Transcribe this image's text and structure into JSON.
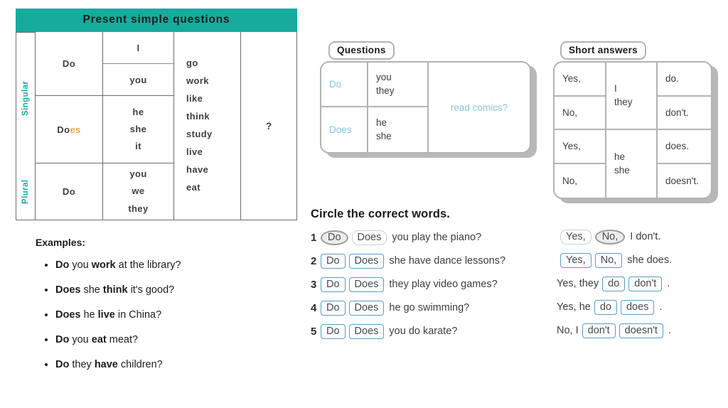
{
  "grammar_table": {
    "title": "Present simple questions",
    "accent_color": "#16ab9d",
    "orange_color": "#f0a33c",
    "row_labels": {
      "singular": "Singular",
      "plural": "Plural"
    },
    "aux": {
      "do_singular": "Do",
      "does_stem": "Do",
      "does_suffix": "es",
      "do_plural": "Do"
    },
    "subjects": {
      "i": "I",
      "you": "you",
      "he": "he",
      "she": "she",
      "it": "it",
      "p_you": "you",
      "p_we": "we",
      "p_they": "they"
    },
    "verbs": [
      "go",
      "work",
      "like",
      "think",
      "study",
      "live",
      "have",
      "eat"
    ],
    "question_mark": "?"
  },
  "examples": {
    "title": "Examples:",
    "items": [
      {
        "aux": "Do",
        "mid": " you ",
        "verb": "work",
        "tail": " at the library?"
      },
      {
        "aux": "Does",
        "mid": " she ",
        "verb": "think",
        "tail": " it's good?"
      },
      {
        "aux": "Does",
        "mid": " he ",
        "verb": "live",
        "tail": " in China?"
      },
      {
        "aux": "Do",
        "mid": " you ",
        "verb": "eat",
        "tail": " meat?"
      },
      {
        "aux": "Do",
        "mid": " they ",
        "verb": "have",
        "tail": " children?"
      }
    ]
  },
  "questions_box": {
    "tab_label": "Questions",
    "aux_do": "Do",
    "aux_does": "Does",
    "subj_row1_a": "you",
    "subj_row1_b": "they",
    "subj_row2_a": "he",
    "subj_row2_b": "she",
    "predicate": "read comics?",
    "accent_color": "#84c6da"
  },
  "short_answers_box": {
    "tab_label": "Short answers",
    "col1": [
      "Yes,",
      "No,",
      "Yes,",
      "No,"
    ],
    "col2_top_a": "I",
    "col2_top_b": "they",
    "col2_bottom_a": "he",
    "col2_bottom_b": "she",
    "col3": [
      "do.",
      "don't.",
      "does.",
      "doesn't."
    ]
  },
  "exercise": {
    "heading": "Circle the correct words.",
    "items": [
      {
        "num": "1",
        "opt_a": "Do",
        "opt_b": "Does",
        "tail": "you play the piano?",
        "style": "ghost",
        "selected": "a"
      },
      {
        "num": "2",
        "opt_a": "Do",
        "opt_b": "Does",
        "tail": "she have dance lessons?",
        "style": "boxed",
        "selected": ""
      },
      {
        "num": "3",
        "opt_a": "Do",
        "opt_b": "Does",
        "tail": "they play video games?",
        "style": "boxed",
        "selected": ""
      },
      {
        "num": "4",
        "opt_a": "Do",
        "opt_b": "Does",
        "tail": "he go swimming?",
        "style": "boxed",
        "selected": ""
      },
      {
        "num": "5",
        "opt_a": "Do",
        "opt_b": "Does",
        "tail": "you do karate?",
        "style": "boxed",
        "selected": ""
      }
    ],
    "answers": [
      {
        "lead": "",
        "opt_a": "Yes,",
        "opt_b": "No,",
        "tail": "I don't.",
        "style": "ghost",
        "selected": "b"
      },
      {
        "lead": "",
        "opt_a": "Yes,",
        "opt_b": "No,",
        "tail": "she does.",
        "style": "boxed",
        "selected": ""
      },
      {
        "lead": "Yes, they",
        "opt_a": "do",
        "opt_b": "don't",
        "tail": ".",
        "style": "boxed",
        "selected": ""
      },
      {
        "lead": "Yes, he",
        "opt_a": "do",
        "opt_b": "does",
        "tail": ".",
        "style": "boxed",
        "selected": ""
      },
      {
        "lead": "No, I",
        "opt_a": "don't",
        "opt_b": "doesn't",
        "tail": ".",
        "style": "boxed",
        "selected": ""
      }
    ]
  }
}
